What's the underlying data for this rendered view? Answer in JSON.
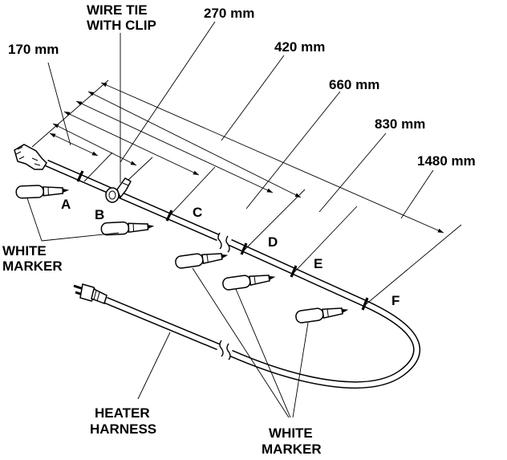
{
  "dimensions": {
    "d170": "170 mm",
    "d270": "270 mm",
    "d420": "420 mm",
    "d660": "660 mm",
    "d830": "830 mm",
    "d1480": "1480 mm"
  },
  "callouts": {
    "wire_tie_line1": "WIRE TIE",
    "wire_tie_line2": "WITH CLIP",
    "marker_top_line1": "WHITE",
    "marker_top_line2": "MARKER",
    "marker_bottom_line1": "WHITE",
    "marker_bottom_line2": "MARKER",
    "harness_line1": "HEATER",
    "harness_line2": "HARNESS"
  },
  "position_letters": {
    "A": "A",
    "B": "B",
    "C": "C",
    "D": "D",
    "E": "E",
    "F": "F"
  }
}
